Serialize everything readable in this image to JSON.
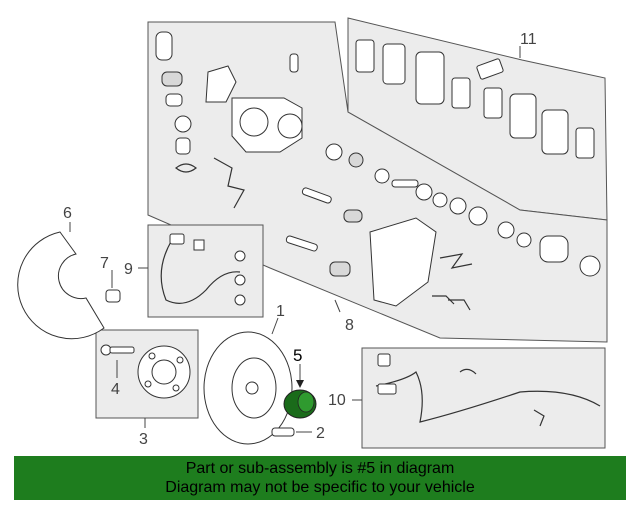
{
  "callouts": {
    "c1": "1",
    "c2": "2",
    "c3": "3",
    "c4": "4",
    "c5": "5",
    "c6": "6",
    "c7": "7",
    "c8": "8",
    "c9": "9",
    "c10": "10",
    "c11": "11"
  },
  "highlight": {
    "part_number": "5",
    "color": "#1a6b1a"
  },
  "banner": {
    "line1": "Part or sub-assembly is #5 in diagram",
    "line2": "Diagram may not be specific to your vehicle",
    "background": "#1e7d1e"
  }
}
